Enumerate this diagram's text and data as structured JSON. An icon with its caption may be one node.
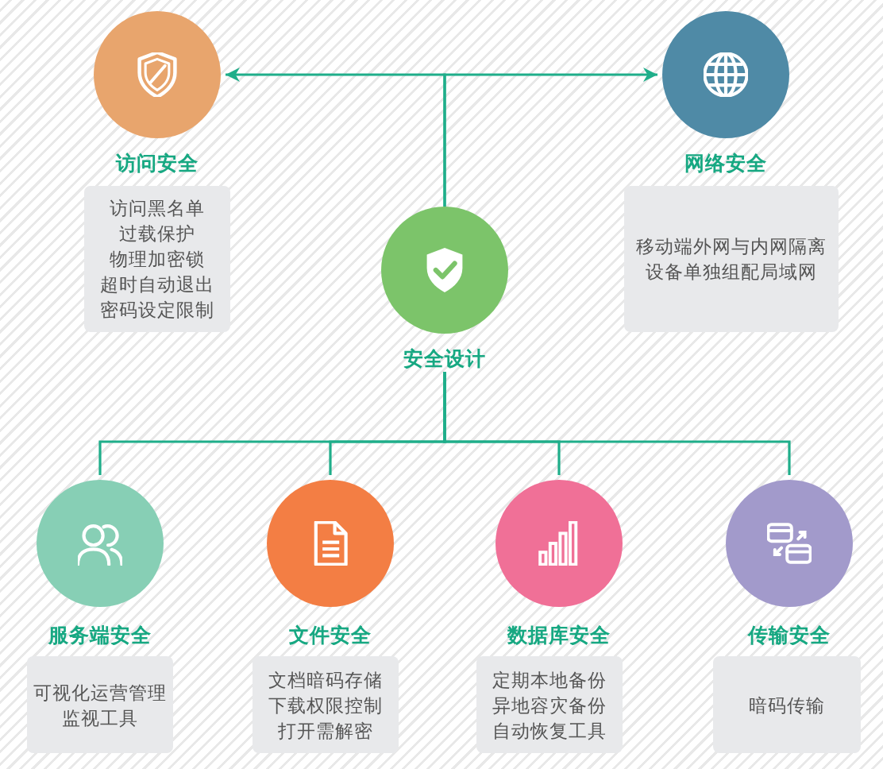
{
  "diagram": {
    "nodes": [
      {
        "text": [
          "访问安全"
        ]
      },
      {
        "text": [
          "访问黑名单",
          "过载保护",
          "物理加密锁",
          "超时自动退出",
          "密码设定限制"
        ]
      },
      {
        "text": [
          "网络安全"
        ]
      },
      {
        "text": [
          "移动端外网与内网隔离",
          "设备单独组配局域网"
        ]
      },
      {
        "text": [
          "安全设计"
        ]
      },
      {
        "text": [
          "服务端安全"
        ]
      },
      {
        "text": [
          "可视化运营管理",
          "监视工具"
        ]
      },
      {
        "text": [
          "文件安全"
        ]
      },
      {
        "text": [
          "文档暗码存储",
          "下载权限控制",
          "打开需解密"
        ]
      },
      {
        "text": [
          "数据库安全"
        ]
      },
      {
        "text": [
          "定期本地备份",
          "异地容灾备份",
          "自动恢复工具"
        ]
      },
      {
        "text": [
          "传输安全"
        ]
      },
      {
        "text": [
          "暗码传输"
        ]
      }
    ],
    "edges": [
      {
        "from": 4,
        "to": 0,
        "arrow": "to"
      },
      {
        "from": 4,
        "to": 2,
        "arrow": "to"
      },
      {
        "from": 4,
        "to": 5,
        "arrow": "none"
      },
      {
        "from": 4,
        "to": 7,
        "arrow": "none"
      },
      {
        "from": 4,
        "to": 9,
        "arrow": "none"
      },
      {
        "from": 4,
        "to": 11,
        "arrow": "none"
      }
    ]
  }
}
